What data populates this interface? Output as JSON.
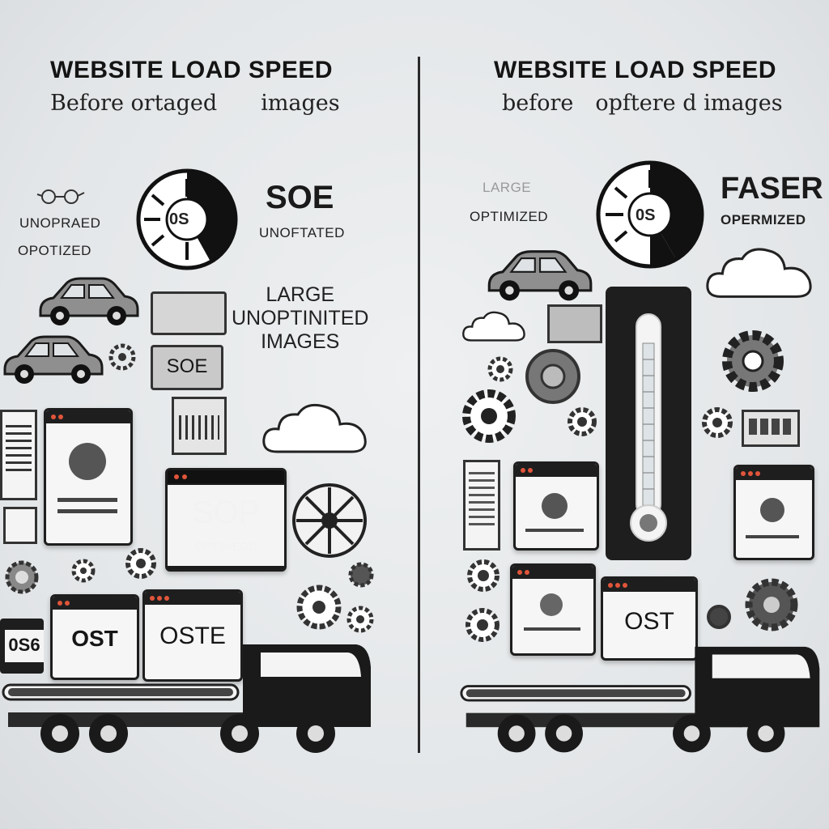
{
  "left": {
    "title": "WEBSITE LOAD SPEED",
    "subtitle": "Before ortaged  images",
    "gauge_value": "0S",
    "gauge_big": "SOE",
    "gauge_caption": "UNOFTATED",
    "tag_unopr": "UNOPRAED",
    "tag_opt": "OPOTIZED",
    "large_text": "LARGE\nUNOPTINITED\nIMAGES",
    "box_soe": "SOE",
    "dark_window_big": "SOP",
    "dark_window_small": "OPTIHIEGD",
    "window_ost": "OST",
    "window_oste": "OSTE",
    "corner_tile": "0S6"
  },
  "right": {
    "title": "WEBSITE LOAD SPEED",
    "subtitle": "before opftere d images",
    "faint_label": "LARGE",
    "optimized": "OPTIMIZED",
    "gauge_value": "0S",
    "faster": "FASER",
    "faster_caption": "OPERMIZED",
    "window_ost": "OST"
  },
  "colors": {
    "ink": "#1e1e1e",
    "accent_dot": "#e0553a",
    "background": "#e6e8ea"
  },
  "icons": [
    "car-icon",
    "truck-icon",
    "cloud-icon",
    "gear-icon",
    "gauge-icon",
    "thermometer-icon",
    "browser-window-icon"
  ]
}
